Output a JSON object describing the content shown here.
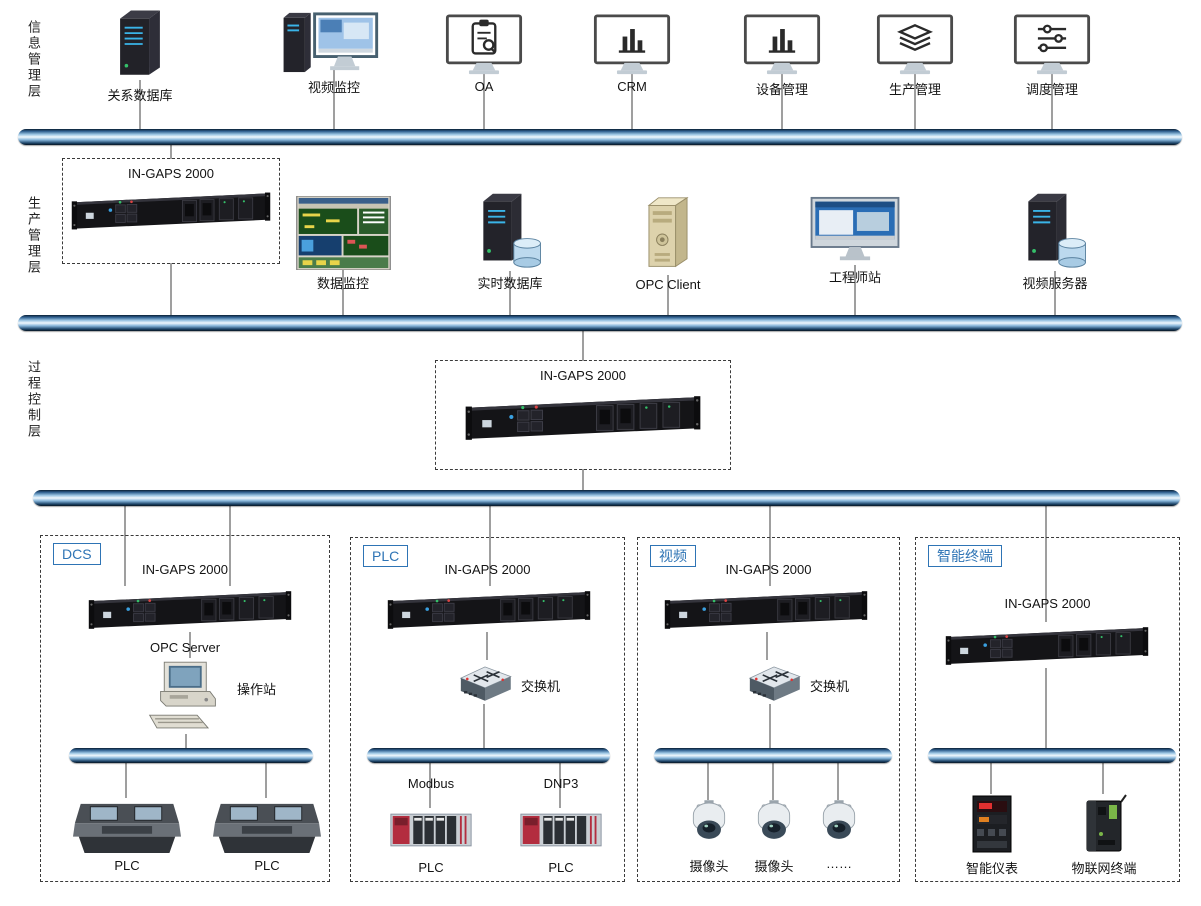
{
  "side_labels": {
    "info": "信息管理层",
    "production": "生产管理层",
    "process": "过程控制层"
  },
  "info_layer": {
    "nodes": [
      {
        "label": "关系数据库",
        "icon": "server-tower-icon"
      },
      {
        "label": "视频监控",
        "icon": "workstation-monitor-icon"
      },
      {
        "label": "OA",
        "icon": "monitor-clipboard-icon"
      },
      {
        "label": "CRM",
        "icon": "monitor-barchart-icon"
      },
      {
        "label": "设备管理",
        "icon": "monitor-barchart-icon"
      },
      {
        "label": "生产管理",
        "icon": "monitor-layers-icon"
      },
      {
        "label": "调度管理",
        "icon": "monitor-sliders-icon"
      }
    ]
  },
  "production_layer": {
    "gateway": {
      "label": "IN-GAPS 2000",
      "icon": "gateway-rack-icon"
    },
    "nodes": [
      {
        "label": "数据监控",
        "icon": "scada-screen-icon"
      },
      {
        "label": "实时数据库",
        "icon": "server-database-icon"
      },
      {
        "label": "OPC Client",
        "icon": "tower-pc-icon"
      },
      {
        "label": "工程师站",
        "icon": "engineer-monitor-icon"
      },
      {
        "label": "视频服务器",
        "icon": "server-database-icon"
      }
    ]
  },
  "process_layer": {
    "gateway": {
      "label": "IN-GAPS 2000",
      "icon": "gateway-rack-icon"
    }
  },
  "field_layer": {
    "dcs": {
      "tag": "DCS",
      "gateway": {
        "label": "IN-GAPS 2000"
      },
      "opc_server": "OPC Server",
      "operator_station": "操作站",
      "devices": [
        {
          "label": "PLC"
        },
        {
          "label": "PLC"
        }
      ]
    },
    "plc": {
      "tag": "PLC",
      "gateway": {
        "label": "IN-GAPS 2000"
      },
      "switch": "交换机",
      "protocols": [
        {
          "label": "Modbus"
        },
        {
          "label": "DNP3"
        }
      ],
      "devices": [
        {
          "label": "PLC"
        },
        {
          "label": "PLC"
        }
      ]
    },
    "video": {
      "tag": "视频",
      "gateway": {
        "label": "IN-GAPS 2000"
      },
      "switch": "交换机",
      "devices": [
        {
          "label": "摄像头"
        },
        {
          "label": "摄像头"
        },
        {
          "label": "……"
        }
      ]
    },
    "terminal": {
      "tag": "智能终端",
      "gateway": {
        "label": "IN-GAPS 2000"
      },
      "devices": [
        {
          "label": "智能仪表"
        },
        {
          "label": "物联网终端"
        }
      ]
    }
  },
  "colors": {
    "bus_dark": "#0a1f33",
    "bus_light": "#f0f8fd",
    "tag_blue": "#2e74b5",
    "background": "#ffffff"
  }
}
